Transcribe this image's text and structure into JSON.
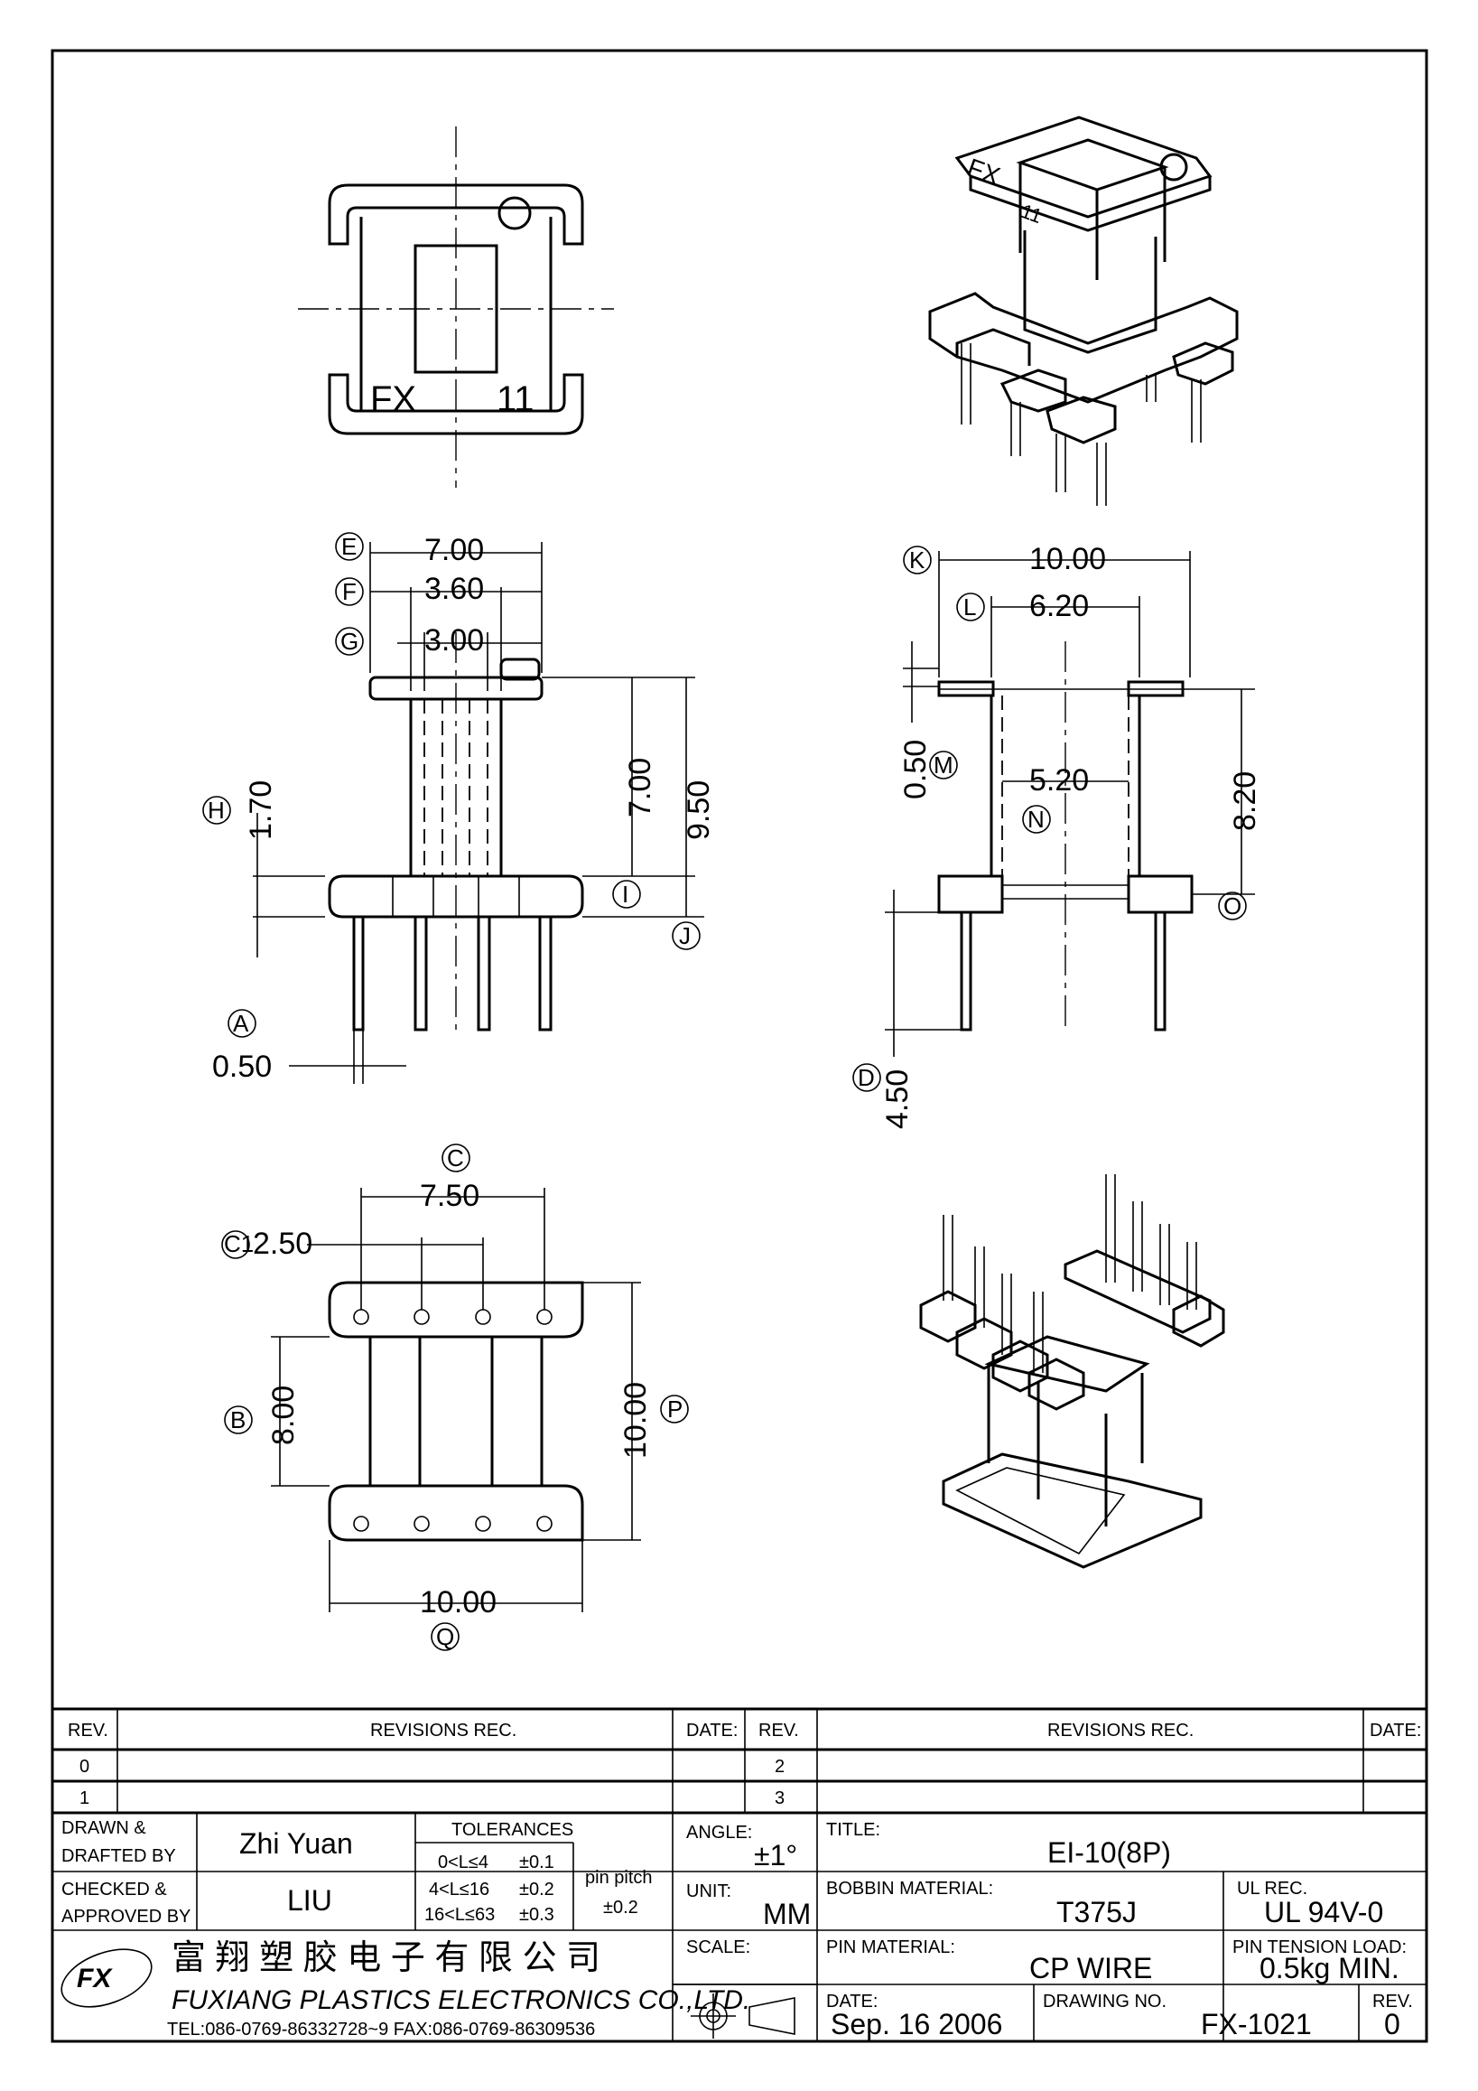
{
  "dimensions": {
    "E": "7.00",
    "F": "3.60",
    "G": "3.00",
    "H": "1.70",
    "I_dim": "7.00",
    "J_dim": "9.50",
    "A": "0.50",
    "K": "10.00",
    "L": "6.20",
    "M": "0.50",
    "N": "5.20",
    "O_dim": "8.20",
    "D": "4.50",
    "C": "7.50",
    "C1": "2.50",
    "B": "8.00",
    "P": "10.00",
    "Q": "10.00"
  },
  "callouts": [
    "A",
    "B",
    "C",
    "C1",
    "D",
    "E",
    "F",
    "G",
    "H",
    "I",
    "J",
    "K",
    "L",
    "M",
    "N",
    "O",
    "P",
    "Q"
  ],
  "part_marking": {
    "logo": "FX",
    "number": "11"
  },
  "revisions": {
    "col_rev": "REV.",
    "col_revisions": "REVISIONS REC.",
    "col_date": "DATE:",
    "left_revs": [
      "0",
      "1"
    ],
    "right_revs": [
      "2",
      "3"
    ]
  },
  "title_block": {
    "drawn_label": "DRAWN &",
    "drafted_label": "DRAFTED BY",
    "drawn_by": "Zhi Yuan",
    "checked_label": "CHECKED &",
    "approved_label": "APPROVED BY",
    "checked_by": "LIU",
    "tolerances_label": "TOLERANCES",
    "tol_1": "0<L≤4",
    "tol_1_v": "±0.1",
    "tol_2": "4<L≤16",
    "tol_2_v": "±0.2",
    "tol_3": "16<L≤63",
    "tol_3_v": "±0.3",
    "pin_pitch_label": "pin pitch",
    "pin_pitch_v": "±0.2",
    "angle_label": "ANGLE:",
    "angle": "±1°",
    "unit_label": "UNIT:",
    "unit": "MM",
    "scale_label": "SCALE:",
    "title_label": "TITLE:",
    "title": "EI-10(8P)",
    "bobbin_label": "BOBBIN MATERIAL:",
    "bobbin": "T375J",
    "ul_label": "UL REC.",
    "ul": "UL 94V-0",
    "pin_mat_label": "PIN MATERIAL:",
    "pin_mat": "CP WIRE",
    "tension_label": "PIN TENSION LOAD:",
    "tension": "0.5kg MIN.",
    "date_label": "DATE:",
    "date": "Sep. 16 2006",
    "drawing_no_label": "DRAWING NO.",
    "drawing_no": "FX-1021",
    "rev_label": "REV.",
    "rev": "0"
  },
  "company": {
    "name_cn": "富 翔 塑 胶 电 子 有 限 公 司",
    "name_en": "FUXIANG PLASTICS ELECTRONICS CO.,LTD.",
    "contact": "TEL:086-0769-86332728~9  FAX:086-0769-86309536"
  }
}
